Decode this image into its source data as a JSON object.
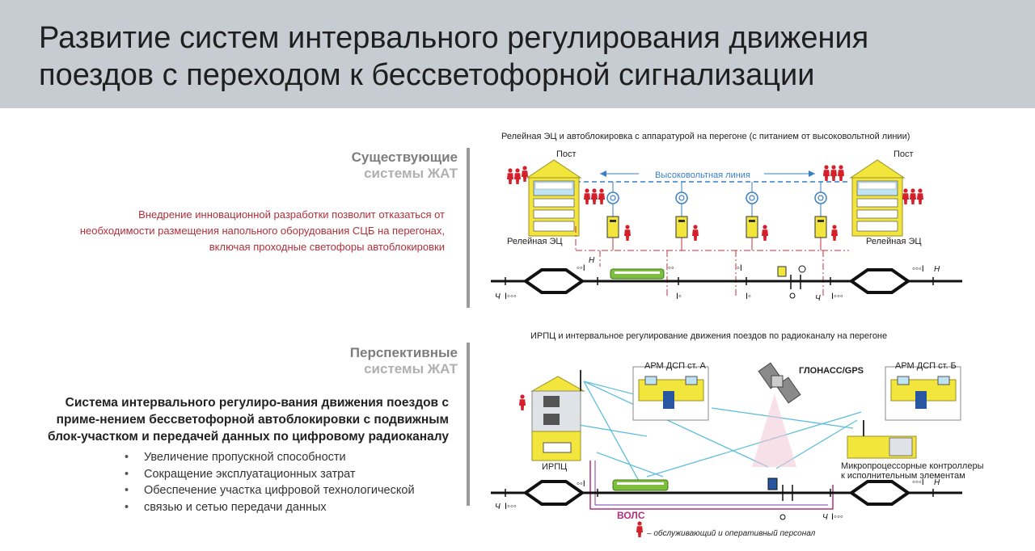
{
  "header": {
    "title_line1": "Развитие систем интервального регулирования движения",
    "title_line2": "поездов с переходом к бессветофорной сигнализации"
  },
  "existing": {
    "label_line1": "Существующие",
    "label_line2": "системы ЖАТ",
    "note_line1": "Внедрение инновационной разработки позволит отказаться от",
    "note_line2": "необходимости размещения напольного оборудования СЦБ на перегонах,",
    "note_line3": "включая проходные светофоры автоблокировки",
    "diagram_caption": "Релейная ЭЦ и автоблокировка с аппаратурой на перегоне (с питанием от высоковольтной линии)",
    "post_left": "Пост",
    "post_right": "Пост",
    "hv_line": "Высоковольтная линия",
    "relay_left": "Релейная ЭЦ",
    "relay_right": "Релейная ЭЦ",
    "track_n": "Н",
    "track_ch": "Ч"
  },
  "perspective": {
    "label_line1": "Перспективные",
    "label_line2": "системы ЖАТ",
    "desc_line1": "Система интервального регулиро-вания движения поездов с",
    "desc_line2": "приме-нением бессветофорной автоблокировки с подвижным",
    "desc_line3": "блок-участком и  передачей данных по цифровому радиоканалу",
    "bullets": [
      "Увеличение пропускной способности",
      "Сокращение эксплуатационных затрат",
      "Обеспечение участка цифровой технологической",
      "связью и сетью передачи данных"
    ],
    "diagram_caption": "ИРПЦ и интервальное регулирование движения поездов по радиоканалу на перегоне",
    "arm_a": "АРМ ДСП ст. А",
    "arm_b": "АРМ ДСП ст. Б",
    "glonass": "ГЛОНАСС/GPS",
    "irpc": "ИРПЦ",
    "controllers_line1": "Микропроцессорные контроллеры",
    "controllers_line2": "к исполнительным элементам",
    "vols": "ВОЛС",
    "legend": "– обслуживающий и оперативный персонал"
  },
  "colors": {
    "header_bg": "#c7ccd2",
    "building": "#f2e53c",
    "person": "#d4202a",
    "radio": "#4fb8d8",
    "track": "#111111",
    "hv": "#3a7fc1"
  }
}
